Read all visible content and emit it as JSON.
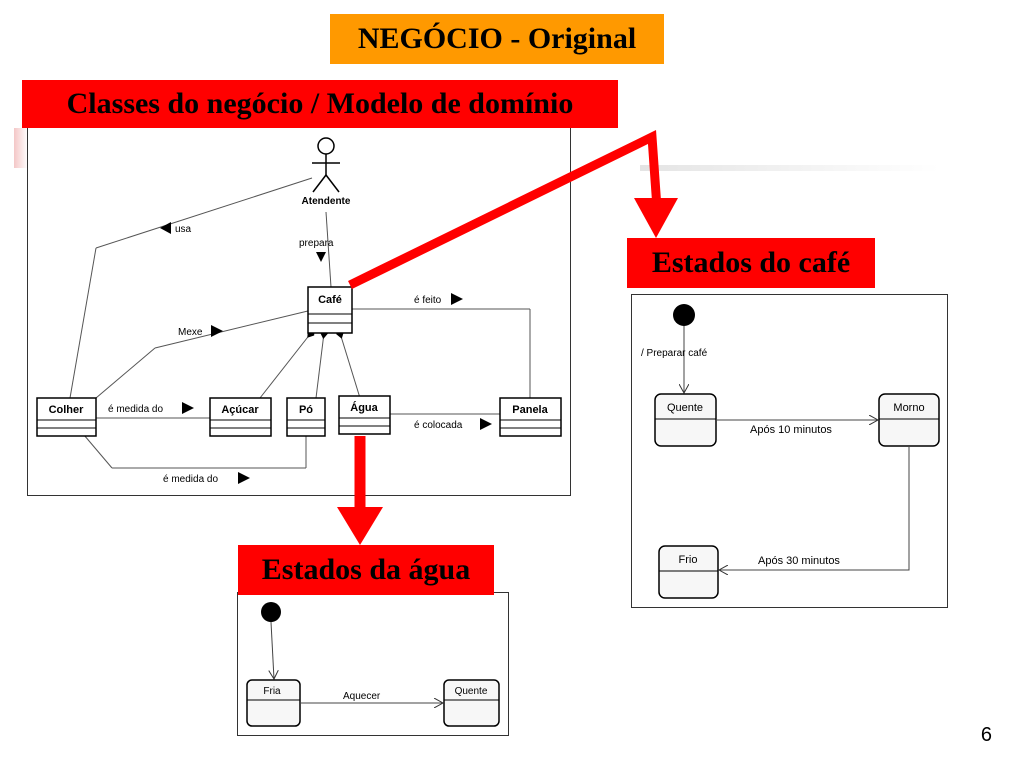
{
  "title": "NEGÓCIO - Original",
  "labels": {
    "classes": "Classes do negócio / Modelo de domínio",
    "cafe_states": "Estados do café",
    "water_states": "Estados da água"
  },
  "domain_model": {
    "actor": "Atendente",
    "classes": {
      "cafe": "Café",
      "colher": "Colher",
      "acucar": "Açúcar",
      "po": "Pó",
      "agua": "Água",
      "panela": "Panela"
    },
    "associations": {
      "usa": "usa",
      "prepara": "prepara",
      "e_feito": "é feito",
      "mexe": "Mexe",
      "e_medida_do_1": "é medida do",
      "e_colocada": "é colocada",
      "e_medida_do_2": "é medida do"
    }
  },
  "cafe_state_machine": {
    "initial_transition": "/ Preparar café",
    "states": {
      "quente": "Quente",
      "morno": "Morno",
      "frio": "Frio"
    },
    "transitions": {
      "t1": "Após 10 minutos",
      "t2": "Após 30 minutos"
    }
  },
  "water_state_machine": {
    "states": {
      "fria": "Fria",
      "quente": "Quente"
    },
    "transitions": {
      "t1": "Aquecer"
    }
  },
  "colors": {
    "accent_red": "#ff0000",
    "title_orange": "#ff9900"
  },
  "slide_number": "6"
}
